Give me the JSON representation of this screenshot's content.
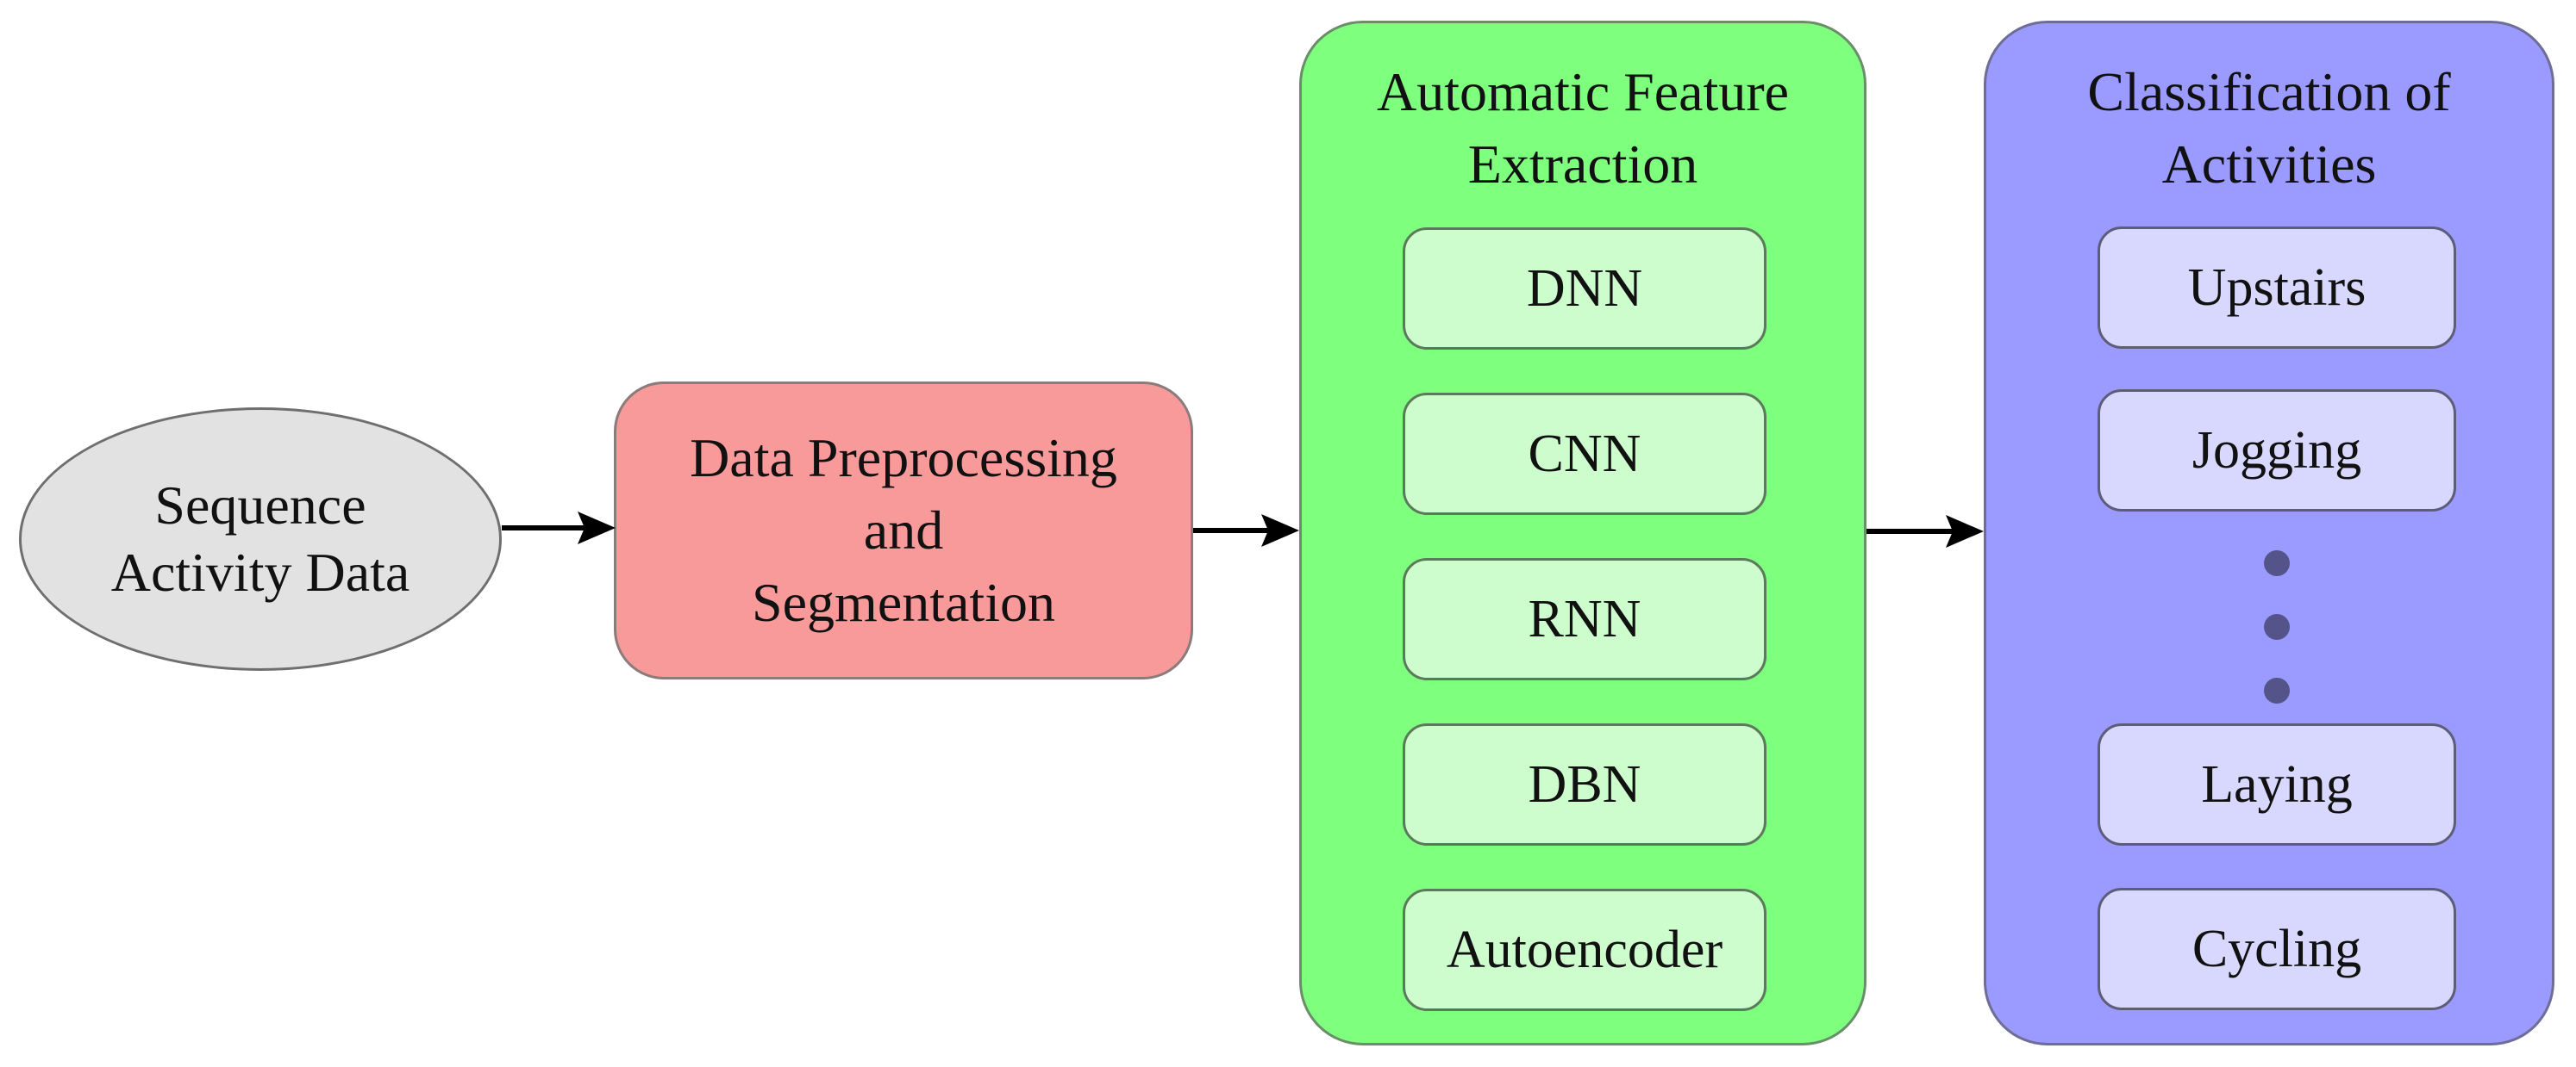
{
  "input": {
    "label_line1": "Sequence",
    "label_line2": "Activity Data"
  },
  "preprocessing": {
    "label_line1": "Data Preprocessing",
    "label_line2": "and",
    "label_line3": "Segmentation"
  },
  "feature_extraction": {
    "title_line1": "Automatic Feature",
    "title_line2": "Extraction",
    "methods": [
      "DNN",
      "CNN",
      "RNN",
      "DBN",
      "Autoencoder"
    ]
  },
  "classification": {
    "title_line1": "Classification of",
    "title_line2": "Activities",
    "activities": [
      "Upstairs",
      "Jogging",
      "Laying",
      "Cycling"
    ],
    "ellipsis_dots": 3
  },
  "colors": {
    "input_fill": "#e2e2e2",
    "preprocessing_fill": "#f99a9a",
    "feature_fill": "#7eff7e",
    "feature_item_fill": "#cdfccd",
    "classification_fill": "#9a9aff",
    "classification_item_fill": "#d8d8ff"
  }
}
